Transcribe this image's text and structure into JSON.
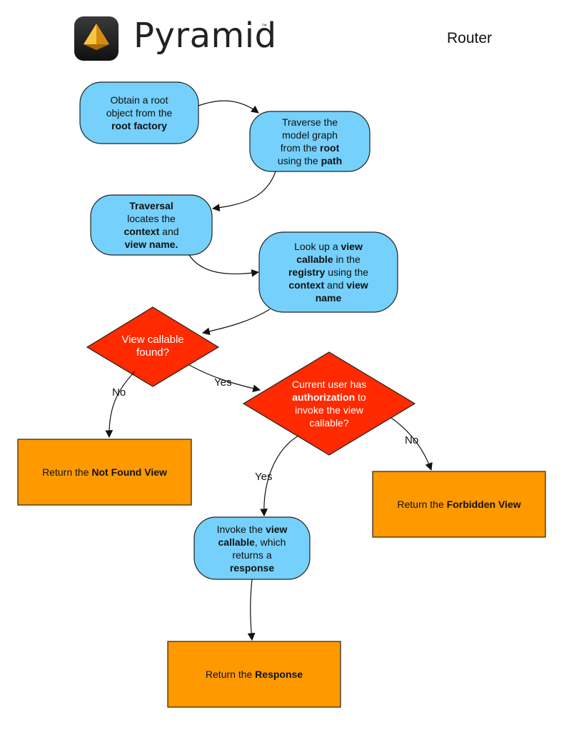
{
  "header": {
    "logo_word": "Pyramid",
    "logo_tm": "™",
    "page_title": "Router"
  },
  "colors": {
    "process": "#75d0fb",
    "decision": "#ff2a00",
    "terminal": "#ff9900",
    "stroke": "#222222",
    "logo_bg": "#1e1e1e",
    "logo_pyramid": "#f5b21f"
  },
  "nodes": {
    "root": {
      "line1": "Obtain a root",
      "line2": "object from the",
      "line3_bold": "root factory"
    },
    "traverse": {
      "line1": "Traverse the",
      "line2": "model graph",
      "line3_pre": "from the ",
      "line3_bold": "root",
      "line4_pre": "using the ",
      "line4_bold": "path"
    },
    "traversal": {
      "line1_bold": "Traversal",
      "line2": "locates the",
      "line3_bold": "context",
      "line3_post": " and",
      "line4_bold": "view name."
    },
    "lookup": {
      "line1_pre": "Look up a ",
      "line1_bold": "view",
      "line2_bold": "callable",
      "line2_post": " in the",
      "line3_bold": "registry",
      "line3_post": " using the",
      "line4_bold": "context",
      "line4_mid": " and ",
      "line4_bold2": "view",
      "line5_bold": "name"
    },
    "found": {
      "line1": "View callable",
      "line2": "found?"
    },
    "authz": {
      "line1": "Current user has",
      "line2_bold": "authorization",
      "line2_post": " to",
      "line3": "invoke the view",
      "line4": "callable?"
    },
    "not_found": {
      "pre": "Return the ",
      "bold": "Not Found View"
    },
    "forbidden": {
      "pre": "Return the ",
      "bold": "Forbidden View"
    },
    "invoke": {
      "line1_pre": "Invoke the ",
      "line1_bold": "view",
      "line2_bold": "callable",
      "line2_post": ", which",
      "line3": "returns a",
      "line4_bold": "response"
    },
    "response": {
      "pre": "Return the ",
      "bold": "Response"
    }
  },
  "edge_labels": {
    "found_no": "No",
    "found_yes": "Yes",
    "authz_no": "No",
    "authz_yes": "Yes"
  }
}
